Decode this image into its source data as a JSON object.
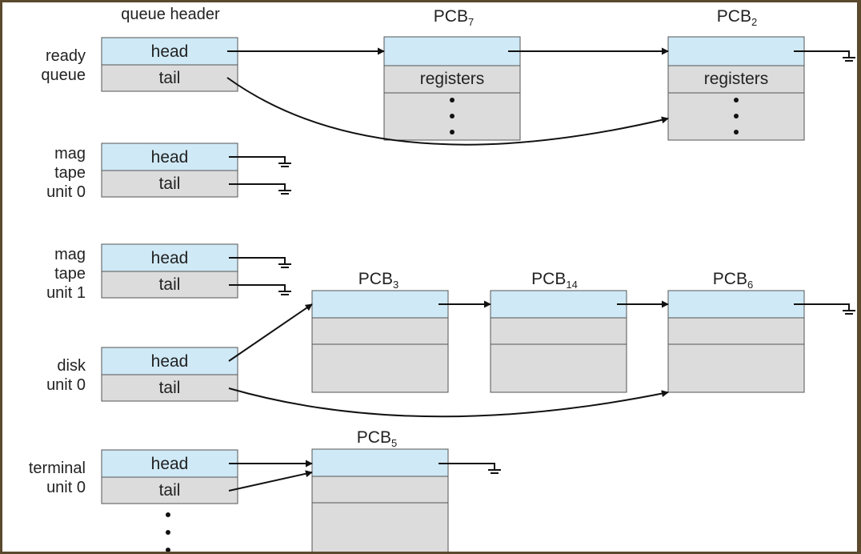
{
  "colors": {
    "head_fill": "#cfe9f6",
    "cell_fill": "#dcdcdc",
    "stroke": "#555555",
    "line": "#111111",
    "frame": "#5b4a2e"
  },
  "header": {
    "title": "queue header"
  },
  "fields": {
    "head": "head",
    "tail": "tail",
    "registers": "registers"
  },
  "queues": [
    {
      "id": "ready-queue",
      "label": [
        "ready",
        "queue"
      ]
    },
    {
      "id": "mag-tape-unit-0",
      "label": [
        "mag",
        "tape",
        "unit 0"
      ]
    },
    {
      "id": "mag-tape-unit-1",
      "label": [
        "mag",
        "tape",
        "unit 1"
      ]
    },
    {
      "id": "disk-unit-0",
      "label": [
        "disk",
        "unit 0"
      ]
    },
    {
      "id": "terminal-unit-0",
      "label": [
        "terminal",
        "unit 0"
      ]
    }
  ],
  "pcbs": [
    {
      "id": "pcb-7",
      "base": "PCB",
      "sub": "7"
    },
    {
      "id": "pcb-2",
      "base": "PCB",
      "sub": "2"
    },
    {
      "id": "pcb-3",
      "base": "PCB",
      "sub": "3"
    },
    {
      "id": "pcb-14",
      "base": "PCB",
      "sub": "14"
    },
    {
      "id": "pcb-6",
      "base": "PCB",
      "sub": "6"
    },
    {
      "id": "pcb-5",
      "base": "PCB",
      "sub": "5"
    }
  ]
}
